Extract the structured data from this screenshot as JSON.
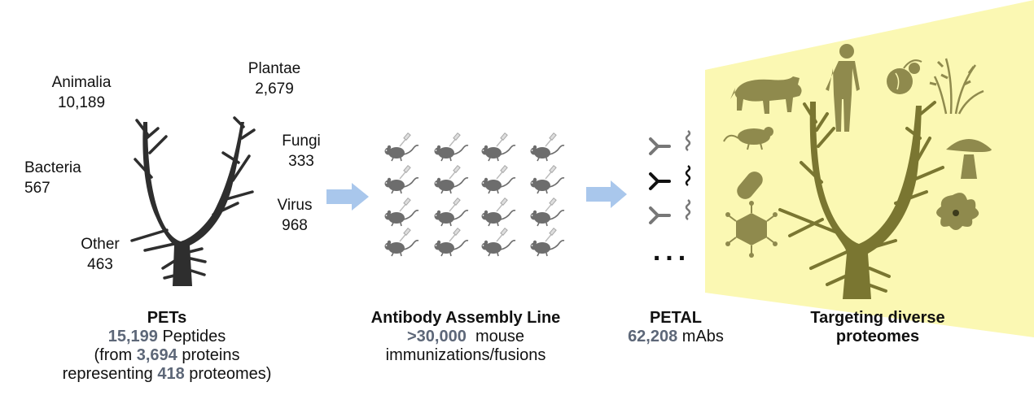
{
  "colors": {
    "tree_dark": "#2e2e2e",
    "tree_olive": "#7a7631",
    "highlight": "#fbf8b3",
    "number": "#5d6778",
    "arrow": "#a9c7ec",
    "silhouette": "#8f8a4d",
    "mouse": "#6d6d6d"
  },
  "taxa": [
    {
      "name": "Animalia",
      "count": "10,189"
    },
    {
      "name": "Plantae",
      "count": "2,679"
    },
    {
      "name": "Fungi",
      "count": "333"
    },
    {
      "name": "Bacteria",
      "count": "567"
    },
    {
      "name": "Virus",
      "count": "968"
    },
    {
      "name": "Other",
      "count": "463"
    }
  ],
  "pets": {
    "title": "PETs",
    "n1": "15,199",
    "t1": "Peptides",
    "t2a": "(from",
    "n2": "3,694",
    "t2b": "proteins",
    "t3a": "representing",
    "n3": "418",
    "t3b": "proteomes)"
  },
  "assembly": {
    "title": "Antibody Assembly Line",
    "n1": ">30,000",
    "t1": "mouse",
    "t2": "immunizations/fusions"
  },
  "petal": {
    "title": "PETAL",
    "n1": "62,208",
    "t1": "mAbs",
    "ellipsis": "..."
  },
  "targeting": {
    "line1": "Targeting diverse",
    "line2": "proteomes"
  },
  "icons": {
    "silhouettes": [
      "cow-icon",
      "human-icon",
      "fruit-icon",
      "wheat-icon",
      "mouse-icon",
      "mushroom-icon",
      "bacterium-icon",
      "virus-icon",
      "amoeba-icon"
    ],
    "process": [
      "arrow-right-icon",
      "immunized-mouse-icon",
      "antibody-icon",
      "peptide-icon"
    ]
  }
}
